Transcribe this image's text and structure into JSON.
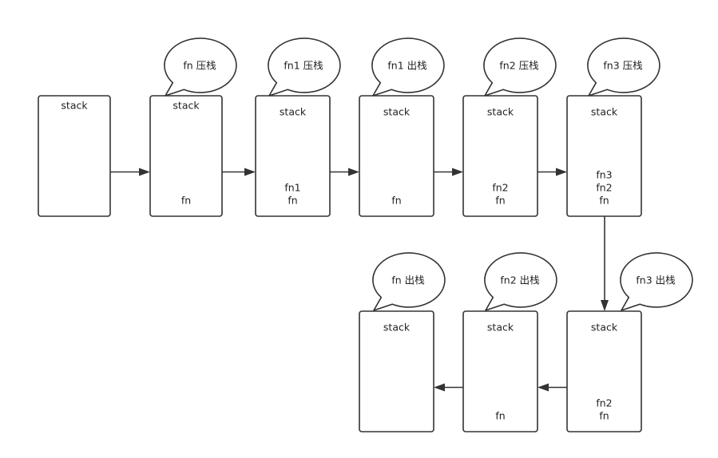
{
  "colors": {
    "stroke": "#333333",
    "text": "#222222",
    "background": "#ffffff"
  },
  "diagram": {
    "boxes": [
      {
        "id": "s0",
        "title": "stack",
        "frames": []
      },
      {
        "id": "s1",
        "title": "stack",
        "frames": [
          "fn"
        ]
      },
      {
        "id": "s2",
        "title": "stack",
        "frames": [
          "fn1",
          "fn"
        ]
      },
      {
        "id": "s3",
        "title": "stack",
        "frames": [
          "fn"
        ]
      },
      {
        "id": "s4",
        "title": "stack",
        "frames": [
          "fn2",
          "fn"
        ]
      },
      {
        "id": "s5",
        "title": "stack",
        "frames": [
          "fn3",
          "fn2",
          "fn"
        ]
      },
      {
        "id": "s6",
        "title": "stack",
        "frames": [
          "fn2",
          "fn"
        ]
      },
      {
        "id": "s7",
        "title": "stack",
        "frames": [
          "fn"
        ]
      },
      {
        "id": "s8",
        "title": "stack",
        "frames": []
      }
    ],
    "bubbles": [
      {
        "box": "s1",
        "label": "fn 压栈"
      },
      {
        "box": "s2",
        "label": "fn1 压栈"
      },
      {
        "box": "s3",
        "label": "fn1 出栈"
      },
      {
        "box": "s4",
        "label": "fn2 压栈"
      },
      {
        "box": "s5",
        "label": "fn3 压栈"
      },
      {
        "box": "s6",
        "label": "fn3 出栈"
      },
      {
        "box": "s7",
        "label": "fn2 出栈"
      },
      {
        "box": "s8",
        "label": "fn 出栈"
      }
    ],
    "connections": [
      {
        "from": "s0",
        "to": "s1"
      },
      {
        "from": "s1",
        "to": "s2"
      },
      {
        "from": "s2",
        "to": "s3"
      },
      {
        "from": "s3",
        "to": "s4"
      },
      {
        "from": "s4",
        "to": "s5"
      },
      {
        "from": "s5",
        "to": "s6"
      },
      {
        "from": "s6",
        "to": "s7"
      },
      {
        "from": "s7",
        "to": "s8"
      }
    ]
  }
}
